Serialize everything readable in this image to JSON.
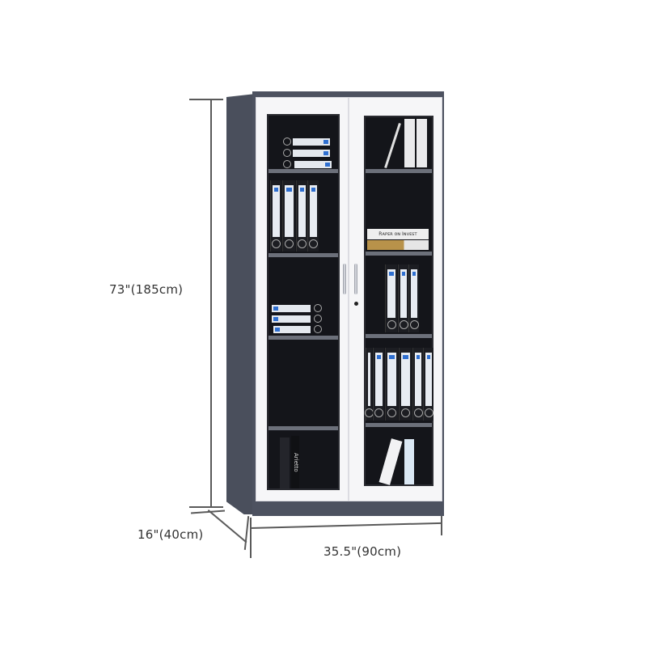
{
  "product": {
    "name": "glass-door-filing-cabinet",
    "colors": {
      "body": "#4d5260",
      "door_frame": "#f6f6f8",
      "interior": "#14151a",
      "shelf": "#6c707a",
      "dimension_line": "#5a5a5a",
      "label_text": "#333333"
    }
  },
  "dimensions": {
    "height": "73\"(185cm)",
    "depth": "16\"(40cm)",
    "width": "35.5\"(90cm)"
  },
  "contents": {
    "book_top": "Rᴀᴘᴇʀ ᴏɴ Iɴᴠᴇsᴛ",
    "book_bottom_left": "Arietto"
  }
}
